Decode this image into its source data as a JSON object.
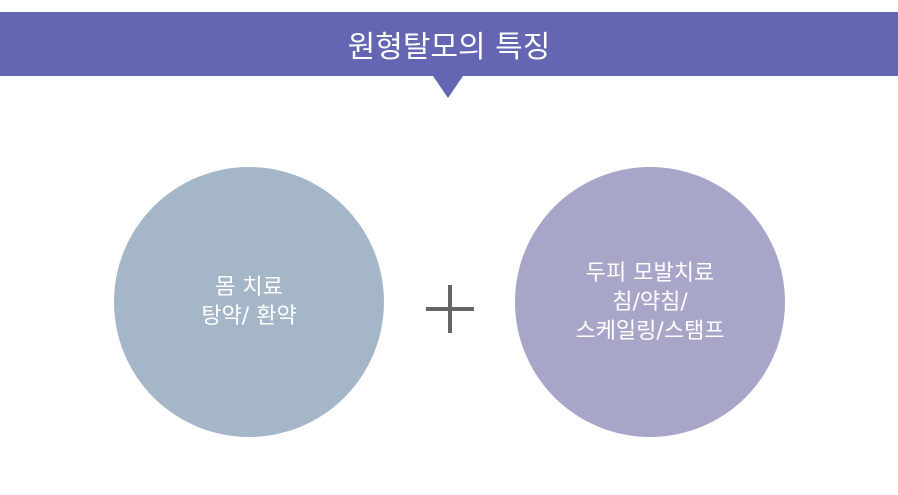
{
  "title": "원형탈모의 특징",
  "left_circle": {
    "lines": [
      "몸 치료",
      "탕약/ 환약"
    ]
  },
  "right_circle": {
    "lines": [
      "두피 모발치료",
      "침/약침/",
      "스케일링/스탬프"
    ]
  },
  "connector_icon": "plus-icon",
  "colors": {
    "banner": "#6466b3",
    "left_circle": "#a6b6c9",
    "right_circle": "#a8a6c8",
    "plus": "#666666"
  }
}
